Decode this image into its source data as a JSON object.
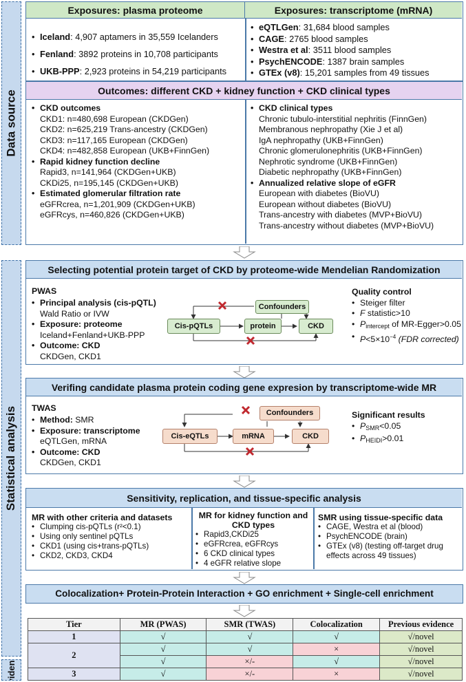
{
  "sections": {
    "data_source": "Data source",
    "statistical": "Statistical analysis",
    "evidence": "Evidence"
  },
  "exposures": {
    "proteome_title": "Exposures: plasma proteome",
    "proteome_items": [
      {
        "name": "Iceland",
        "desc": ": 4,907 aptamers in 35,559 Icelanders"
      },
      {
        "name": "Fenland",
        "desc": ": 3892 proteins in 10,708 participants"
      },
      {
        "name": "UKB-PPP",
        "desc": ": 2,923 proteins in 54,219 participants"
      }
    ],
    "transcriptome_title": "Exposures: transcriptome (mRNA)",
    "transcriptome_items": [
      {
        "name": "eQTLGen",
        "desc": ": 31,684 blood samples"
      },
      {
        "name": "CAGE",
        "desc": ": 2765 blood samples"
      },
      {
        "name": "Westra et al",
        "desc": ": 3511 blood samples"
      },
      {
        "name": "PsychENCODE",
        "desc": ": 1387 brain samples"
      },
      {
        "name": "GTEx (v8)",
        "desc": ": 15,201 samples from 49 tissues"
      }
    ]
  },
  "outcomes": {
    "title": "Outcomes: different CKD + kidney function + CKD clinical types",
    "left": [
      {
        "head": "CKD outcomes",
        "lines": [
          "CKD1: n=480,698 European (CKDGen)",
          "CKD2: n=625,219 Trans-ancestry (CKDGen)",
          "CKD3: n=117,165 European (CKDGen)",
          "CKD4: n=482,858 European (UKB+FinnGen)"
        ]
      },
      {
        "head": "Rapid kidney function decline",
        "lines": [
          "Rapid3, n=141,964 (CKDGen+UKB)",
          "CKDi25, n=195,145 (CKDGen+UKB)"
        ]
      },
      {
        "head": "Estimated glomerular filtration rate",
        "lines": [
          "eGFRcrea, n=1,201,909 (CKDGen+UKB)",
          "eGFRcys, n=460,826 (CKDGen+UKB)"
        ]
      }
    ],
    "right": [
      {
        "head": "CKD clinical types",
        "lines": [
          "Chronic tubulo-interstitial nephritis (FinnGen)",
          "Membranous nephropathy (Xie J et al)",
          "IgA nephropathy (UKB+FinnGen)",
          "Chronic glomerulonephritis (UKB+FinnGen)",
          "Nephrotic syndrome (UKB+FinnGen)",
          "Diabetic nephropathy (UKB+FinnGen)"
        ]
      },
      {
        "head": "Annualized relative slope of eGFR",
        "lines": [
          "European with diabetes (BioVU)",
          "European without diabetes (BioVU)",
          "Trans-ancestry with diabetes (MVP+BioVU)",
          "Trans-ancestry without diabetes (MVP+BioVU)"
        ]
      }
    ]
  },
  "pwas": {
    "title": "Selecting potential protein target of CKD by proteome-wide Mendelian Randomization",
    "label": "PWAS",
    "items": [
      {
        "head": "Principal analysis (cis-pQTL)",
        "sub": "Wald Ratio or IVW"
      },
      {
        "head": "Exposure: proteome",
        "sub": "Iceland+Fenland+UKB-PPP"
      },
      {
        "head": "Outcome: CKD",
        "sub": "CKDGen, CKD1"
      }
    ],
    "nodes": {
      "confounders": "Confounders",
      "instrument": "Cis-pQTLs",
      "mediator": "protein",
      "outcome": "CKD"
    },
    "qc_title": "Quality control",
    "qc": {
      "steiger": "Steiger filter",
      "f_var": "F",
      "f_rest": " statistic>10",
      "p_var": "P",
      "p_sub": "intercept",
      "p_rest": " of MR-Egger>0.05",
      "p2_var": "P",
      "p2_rest": "<5×10",
      "p2_exp": "−4",
      "p2_note": " (FDR corrected)"
    }
  },
  "twas": {
    "title": "Verifing candidate plasma protein coding gene expresion by transcriptome-wide MR",
    "label": "TWAS",
    "items": [
      {
        "head": "Method:",
        "tail": " SMR",
        "sub": ""
      },
      {
        "head": "Exposure: transcriptome",
        "tail": "",
        "sub": "eQTLGen, mRNA"
      },
      {
        "head": "Outcome: CKD",
        "tail": "",
        "sub": "CKDGen, CKD1"
      }
    ],
    "nodes": {
      "confounders": "Confounders",
      "instrument": "Cis-eQTLs",
      "mediator": "mRNA",
      "outcome": "CKD"
    },
    "sig_title": "Significant results",
    "sig": [
      {
        "var": "P",
        "sub": "SMR",
        "rest": "<0.05"
      },
      {
        "var": "P",
        "sub": "HEIDI",
        "rest": ">0.01"
      }
    ]
  },
  "sensitivity": {
    "title": "Sensitivity, replication, and tissue-specific analysis",
    "col1_title": "MR with other criteria and datasets",
    "col1_items": [
      "Clumping cis-pQTLs (r²<0.1)",
      "Using only sentinel pQTLs",
      "CKD1 (using cis+trans-pQTLs)",
      "CKD2, CKD3, CKD4"
    ],
    "col2_title": "MR for kidney function and CKD types",
    "col2_items": [
      "Rapid3,CKDi25",
      "eGFRcrea, eGFRcys",
      "6 CKD clinical types",
      "4 eGFR relative slope"
    ],
    "col3_title": "SMR using tissue-specific data",
    "col3_items": [
      "CAGE, Westra et al (blood)",
      "PsychENCODE (brain)",
      "GTEx (v8) (testing off-target drug effects across 49 tissues)"
    ]
  },
  "coloc": {
    "title": "Colocalization+ Protein-Protein Interaction + GO enrichment + Single-cell enrichment"
  },
  "table": {
    "headers": [
      "Tier",
      "MR (PWAS)",
      "SMR (TWAS)",
      "Colocalization",
      "Previous evidence"
    ],
    "rows": [
      [
        "1",
        "√",
        "√",
        "√",
        "√/novel"
      ],
      [
        "",
        "√",
        "√",
        "×",
        "√/novel"
      ],
      [
        "2",
        "√",
        "×/-",
        "√",
        "√/novel"
      ],
      [
        "3",
        "√",
        "×/-",
        "×",
        "√/novel"
      ]
    ]
  }
}
